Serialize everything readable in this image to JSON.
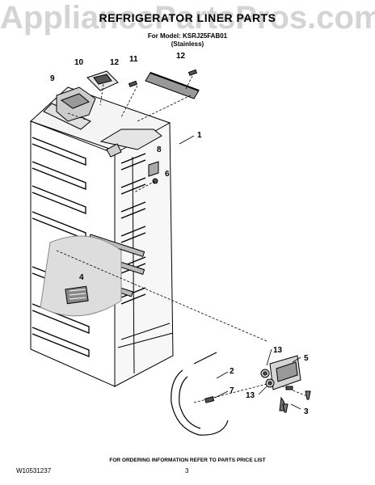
{
  "watermark": "AppliancePartsPros.com",
  "header": {
    "title": "REFRIGERATOR LINER PARTS",
    "model_line": "For Model: KSRJ25FAB01",
    "finish_line": "(Stainless)"
  },
  "callouts": [
    "1",
    "2",
    "3",
    "4",
    "5",
    "6",
    "7",
    "8",
    "9",
    "10",
    "11",
    "12",
    "12",
    "13",
    "13"
  ],
  "footer": {
    "order_info": "FOR ORDERING INFORMATION REFER TO PARTS PRICE LIST",
    "doc_number": "W10531237",
    "page_number": "3"
  }
}
